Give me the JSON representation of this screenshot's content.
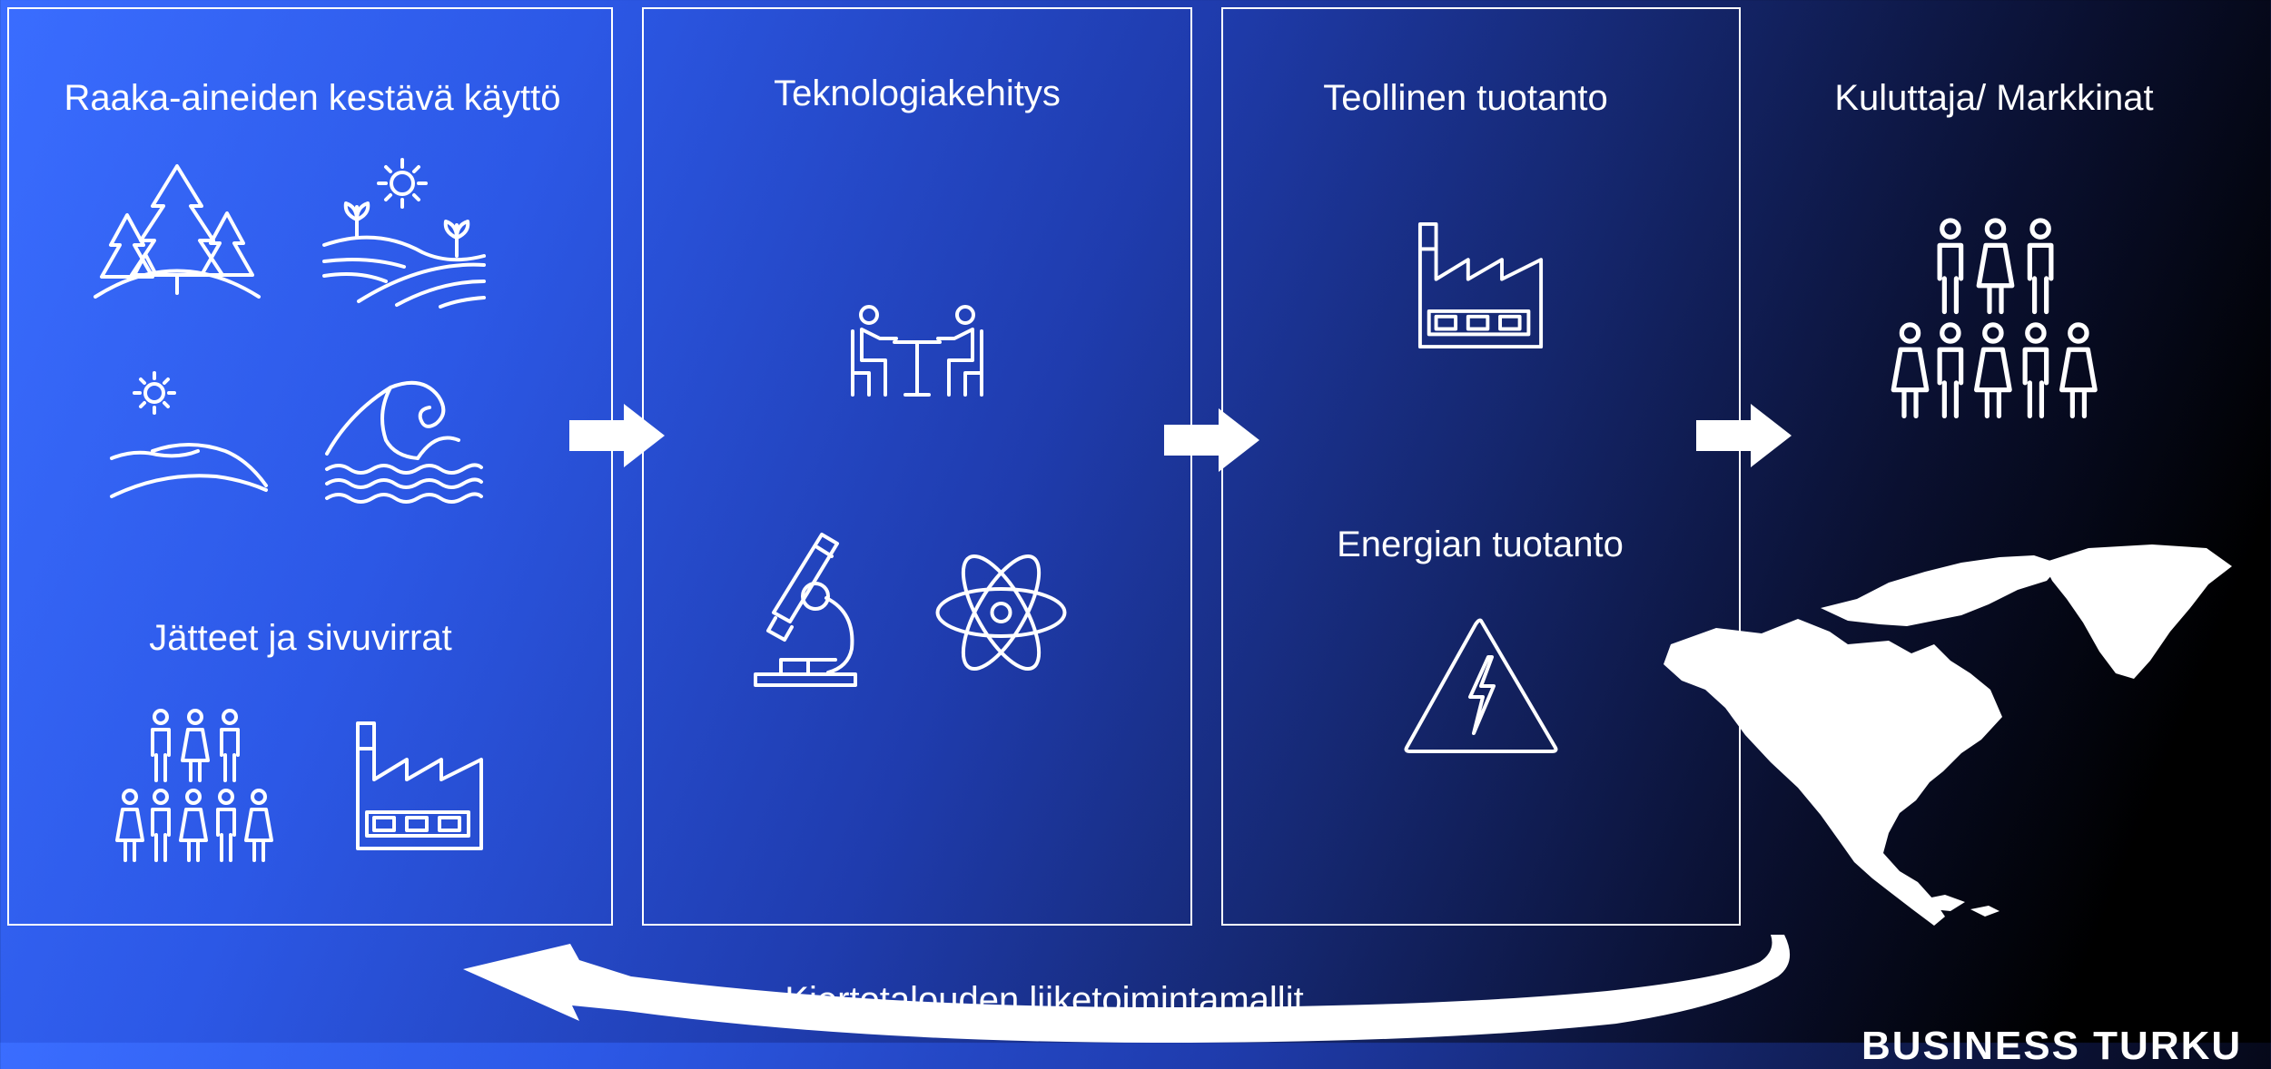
{
  "colors": {
    "bg_start": "#3a6dff",
    "bg_end": "#000000",
    "foreground": "#ffffff"
  },
  "stages": [
    {
      "title": "Raaka-aineiden kestävä käyttö",
      "subtitle": "Jätteet ja sivuvirrat",
      "icons": [
        "forest-icon",
        "fields-sun-icon",
        "hills-sun-icon",
        "wave-icon",
        "people-group-icon",
        "factory-icon"
      ]
    },
    {
      "title": "Teknologiakehitys",
      "icons": [
        "meeting-icon",
        "microscope-icon",
        "atom-icon"
      ]
    },
    {
      "title": "Teollinen tuotanto",
      "subtitle": "Energian tuotanto",
      "icons": [
        "factory-icon",
        "high-voltage-icon"
      ]
    },
    {
      "title": "Kuluttaja/ Markkinat",
      "icons": [
        "people-group-icon",
        "north-america-map-icon"
      ]
    }
  ],
  "flow_arrows": [
    "right-arrow-icon",
    "right-arrow-icon",
    "right-arrow-icon"
  ],
  "cycle": {
    "label": "Kiertotalouden liiketoimintamallit",
    "icon": "curved-return-arrow-icon"
  },
  "brand": "BUSINESS TURKU"
}
